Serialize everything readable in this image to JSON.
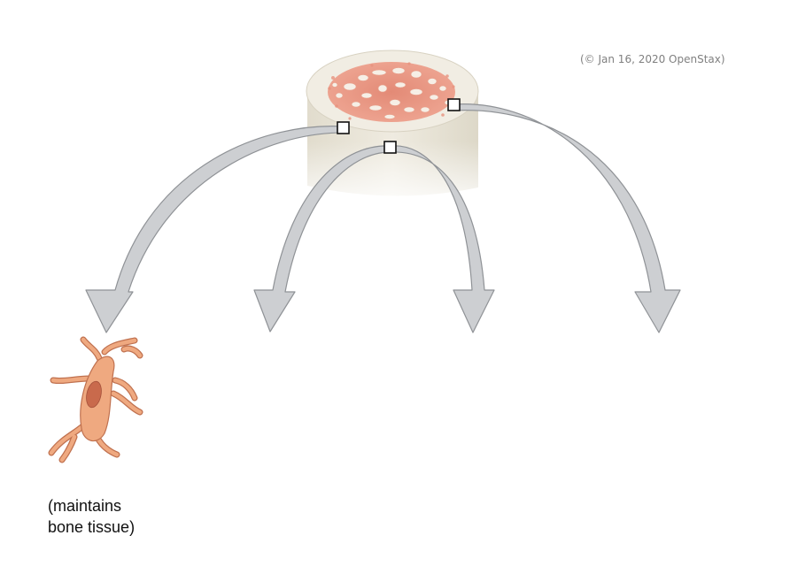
{
  "credit": "(© Jan 16, 2020 OpenStax)",
  "caption": {
    "line1": "(maintains",
    "line2": "bone tissue)"
  },
  "colors": {
    "arrow_fill": "#cdcfd2",
    "arrow_stroke": "#8f9296",
    "bone_shaft": "#e9e4d6",
    "bone_top": "#f2eee4",
    "marrow": "#e8937e",
    "cell_body": "#efa980",
    "cell_nucleus": "#c96a4c"
  }
}
